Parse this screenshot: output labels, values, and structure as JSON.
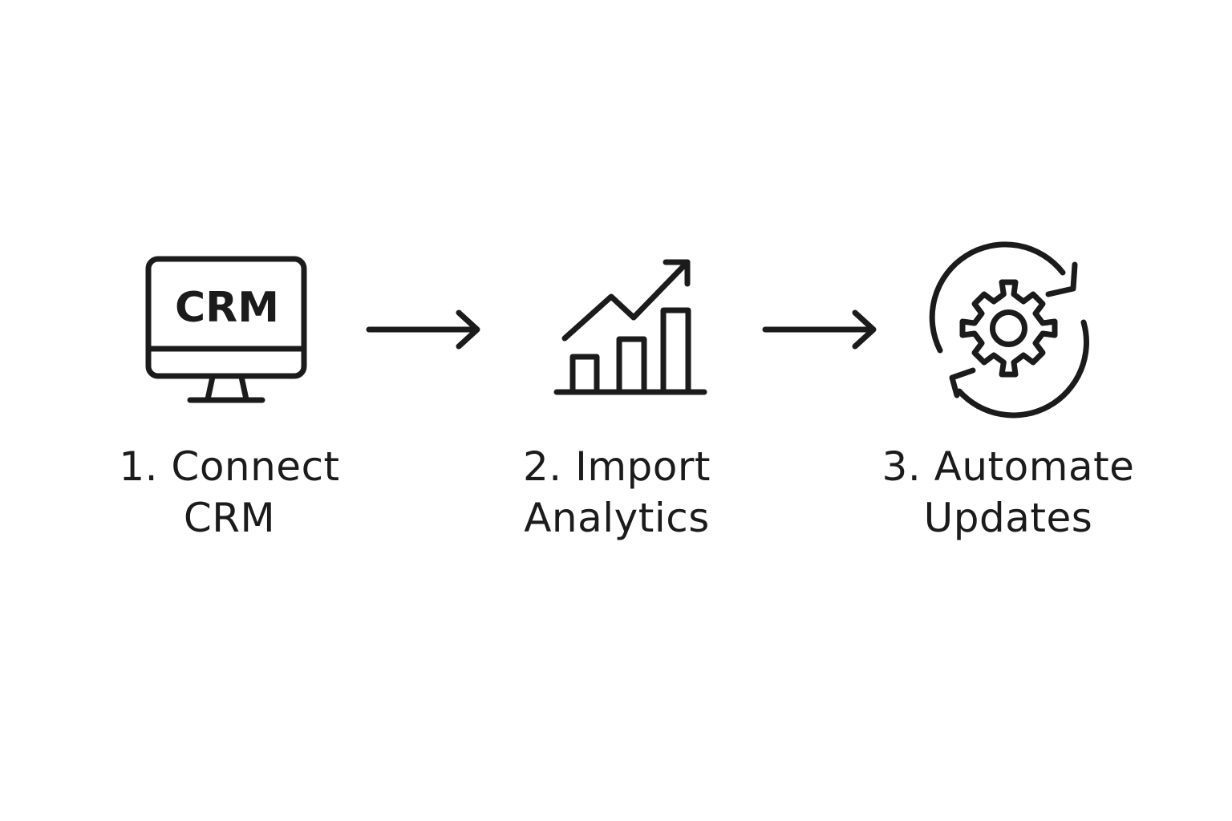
{
  "colors": {
    "background": "#ffffff",
    "ink": "#1b1b1b"
  },
  "steps": [
    {
      "icon": "monitor-icon",
      "icon_text": "CRM",
      "label_line1": "1. Connect",
      "label_line2": "CRM"
    },
    {
      "icon": "bar-chart-trend-icon",
      "label_line1": "2. Import",
      "label_line2": "Analytics"
    },
    {
      "icon": "gear-refresh-icon",
      "label_line1": "3. Automate",
      "label_line2": "Updates"
    }
  ],
  "connectors": [
    {
      "icon": "arrow-right-icon"
    },
    {
      "icon": "arrow-right-icon"
    }
  ]
}
